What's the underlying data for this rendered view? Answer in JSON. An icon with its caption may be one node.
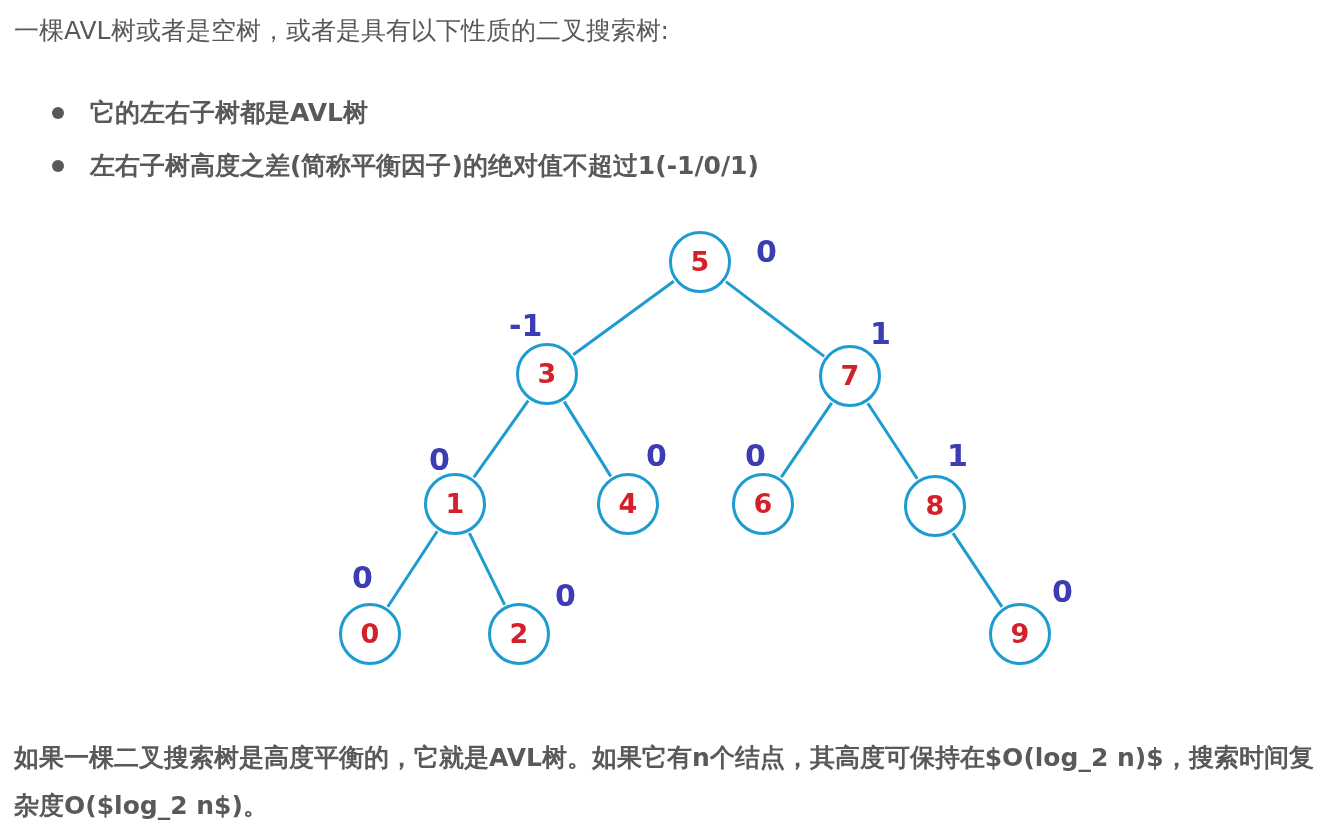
{
  "diagram": {
    "title": "一棵AVL树或者是空树，或者是具有以下性质的二叉搜索树:",
    "nodes": [
      {
        "text": [
          "5"
        ],
        "beside": [
          "0"
        ]
      },
      {
        "text": [
          "3"
        ],
        "beside": [
          "-1"
        ]
      },
      {
        "text": [
          "7"
        ],
        "beside": [
          "1"
        ]
      },
      {
        "text": [
          "1"
        ],
        "beside": [
          "0"
        ]
      },
      {
        "text": [
          "4"
        ],
        "beside": [
          "0"
        ]
      },
      {
        "text": [
          "6"
        ],
        "beside": [
          "0"
        ]
      },
      {
        "text": [
          "8"
        ],
        "beside": [
          "1"
        ]
      },
      {
        "text": [
          "0"
        ],
        "beside": [
          "0"
        ]
      },
      {
        "text": [
          "2"
        ],
        "beside": [
          "0"
        ]
      },
      {
        "text": [
          "9"
        ],
        "beside": [
          "0"
        ]
      }
    ],
    "edges": [
      {
        "from": 0,
        "to": 1,
        "arrow": "none"
      },
      {
        "from": 0,
        "to": 2,
        "arrow": "none"
      },
      {
        "from": 1,
        "to": 3,
        "arrow": "none"
      },
      {
        "from": 1,
        "to": 4,
        "arrow": "none"
      },
      {
        "from": 2,
        "to": 5,
        "arrow": "none"
      },
      {
        "from": 2,
        "to": 6,
        "arrow": "none"
      },
      {
        "from": 3,
        "to": 7,
        "arrow": "none"
      },
      {
        "from": 3,
        "to": 8,
        "arrow": "none"
      },
      {
        "from": 6,
        "to": 9,
        "arrow": "none"
      }
    ],
    "labels": [
      "它的左右子树都是AVL树",
      "左右子树高度之差(简称平衡因子)的绝对值不超过1(-1/0/1)",
      "如果一棵二叉搜索树是高度平衡的，它就是AVL树。如果它有n个结点，其高度可保持在$O(log_2 n)$，搜索时间复杂度O($log_2 n$)。"
    ]
  }
}
